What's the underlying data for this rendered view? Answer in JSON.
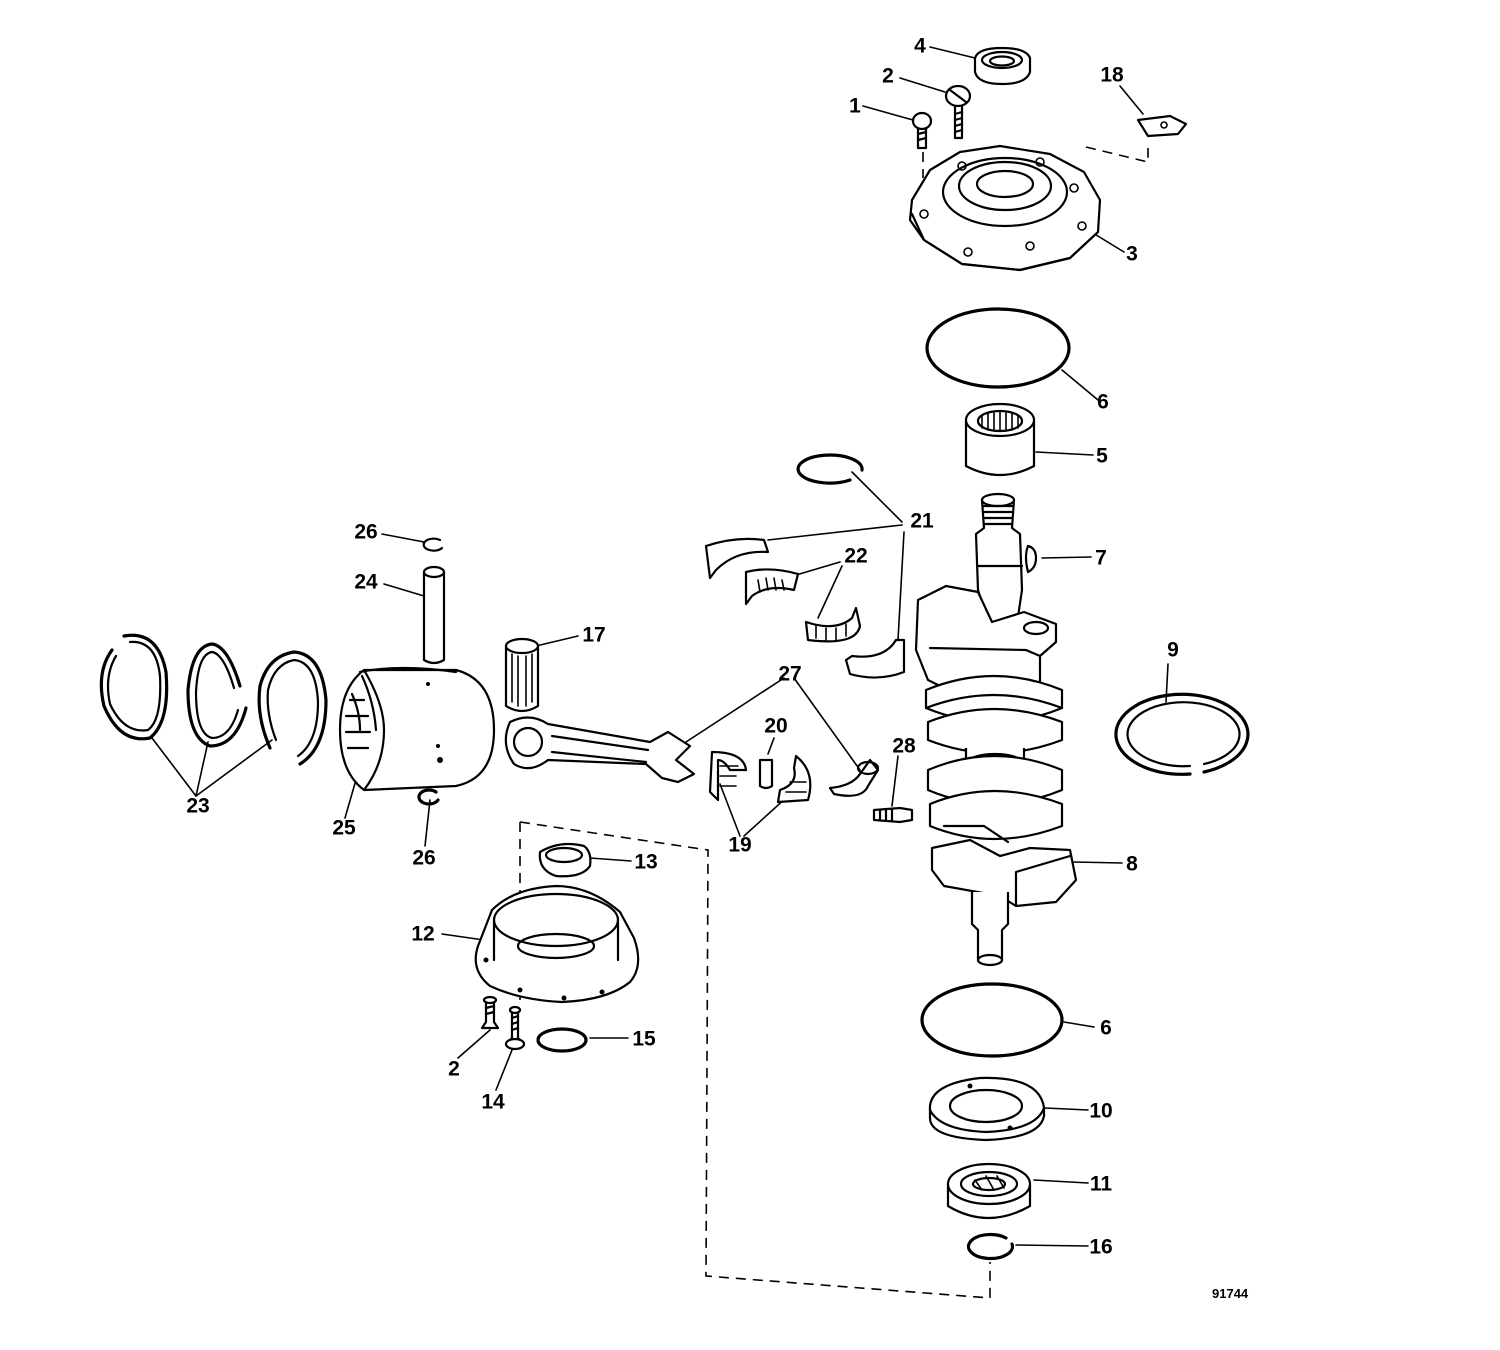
{
  "drawing_number": "91744",
  "callouts": [
    {
      "id": "c-4",
      "text": "4"
    },
    {
      "id": "c-2a",
      "text": "2"
    },
    {
      "id": "c-1",
      "text": "1"
    },
    {
      "id": "c-18",
      "text": "18"
    },
    {
      "id": "c-3",
      "text": "3"
    },
    {
      "id": "c-6a",
      "text": "6"
    },
    {
      "id": "c-5",
      "text": "5"
    },
    {
      "id": "c-21",
      "text": "21"
    },
    {
      "id": "c-22",
      "text": "22"
    },
    {
      "id": "c-7",
      "text": "7"
    },
    {
      "id": "c-26a",
      "text": "26"
    },
    {
      "id": "c-24",
      "text": "24"
    },
    {
      "id": "c-17",
      "text": "17"
    },
    {
      "id": "c-27",
      "text": "27"
    },
    {
      "id": "c-9",
      "text": "9"
    },
    {
      "id": "c-20",
      "text": "20"
    },
    {
      "id": "c-28",
      "text": "28"
    },
    {
      "id": "c-23",
      "text": "23"
    },
    {
      "id": "c-25",
      "text": "25"
    },
    {
      "id": "c-26b",
      "text": "26"
    },
    {
      "id": "c-19",
      "text": "19"
    },
    {
      "id": "c-8",
      "text": "8"
    },
    {
      "id": "c-13",
      "text": "13"
    },
    {
      "id": "c-12",
      "text": "12"
    },
    {
      "id": "c-6b",
      "text": "6"
    },
    {
      "id": "c-15",
      "text": "15"
    },
    {
      "id": "c-2b",
      "text": "2"
    },
    {
      "id": "c-14",
      "text": "14"
    },
    {
      "id": "c-10",
      "text": "10"
    },
    {
      "id": "c-11",
      "text": "11"
    },
    {
      "id": "c-16",
      "text": "16"
    }
  ]
}
